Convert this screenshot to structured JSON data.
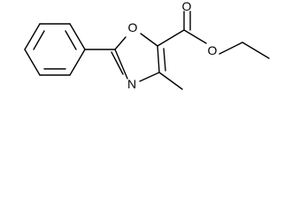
{
  "molecule": {
    "atoms": {
      "ring_oxygen": "O",
      "ring_nitrogen": "N",
      "carbonyl_oxygen": "O",
      "ester_oxygen": "O"
    }
  }
}
